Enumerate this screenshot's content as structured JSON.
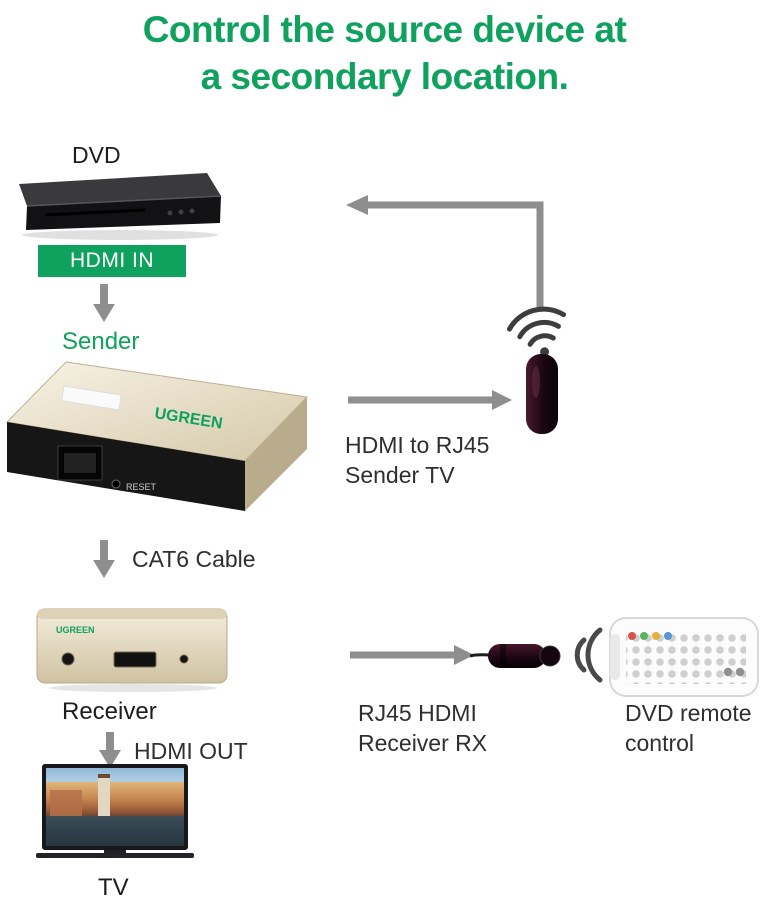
{
  "title": {
    "line1": "Control the source device at",
    "line2": "a secondary location."
  },
  "labels": {
    "dvd": "DVD",
    "hdmi_in": "HDMI IN",
    "sender": "Sender",
    "hdmi_to_rj45": "HDMI to RJ45",
    "sender_tv": "Sender TV",
    "cat6_cable": "CAT6 Cable",
    "receiver": "Receiver",
    "hdmi_out": "HDMI OUT",
    "tv": "TV",
    "rj45_hdmi": "RJ45 HDMI",
    "receiver_rx": "Receiver RX",
    "dvd_remote": "DVD remote",
    "control": "control"
  },
  "device_markings": {
    "sender_brand": "UGREEN",
    "sender_reset": "RESET",
    "receiver_brand": "UGREEN"
  },
  "colors": {
    "accent_green": "#0FA15E",
    "arrow_gray": "#8E8E8E",
    "caption_text": "#2F2F2F"
  }
}
